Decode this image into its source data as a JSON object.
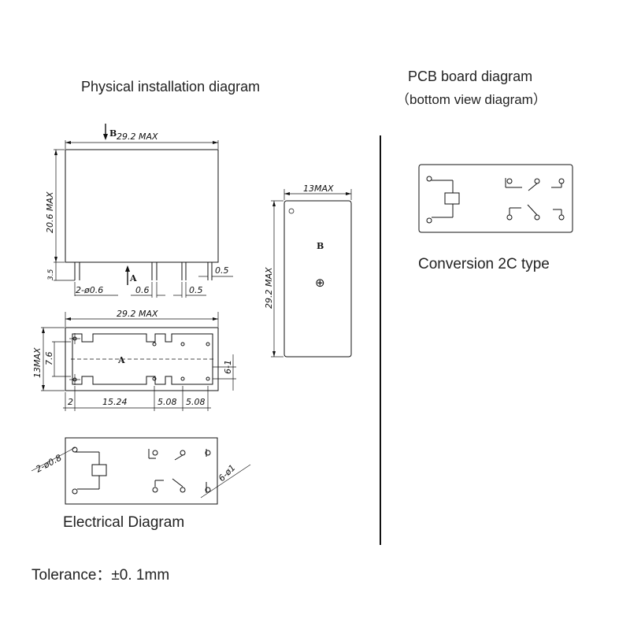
{
  "headings": {
    "physical": "Physical installation diagram",
    "pcb_title": "PCB board diagram",
    "pcb_sub": "（bottom view diagram）",
    "conversion": "Conversion 2C type",
    "electrical": "Electrical  Diagram",
    "tolerance": "Tolerance：±0. 1mm"
  },
  "dims": {
    "top_width": "29.2 MAX",
    "height": "20.6 MAX",
    "pin_length": "3.5",
    "pin_spec": "2-ø0.6",
    "pin_a": "0.6",
    "pin_b": "0.5",
    "pin_c": "0.5",
    "side_width": "13MAX",
    "side_length": "29.2 MAX",
    "bottom_width": "29.2 MAX",
    "bottom_height": "13MAX",
    "bottom_inner": "7.6",
    "bottom_right": "6-1",
    "offset": "2",
    "span1": "15.24",
    "span2": "5.08",
    "span3": "5.08",
    "hole_coil": "2-ø0.8",
    "hole_contact": "6-ø1"
  },
  "markers": {
    "view_b": "B",
    "view_a": "A",
    "side_b": "B",
    "side_symbol": "⊕",
    "bottom_a": "A"
  }
}
